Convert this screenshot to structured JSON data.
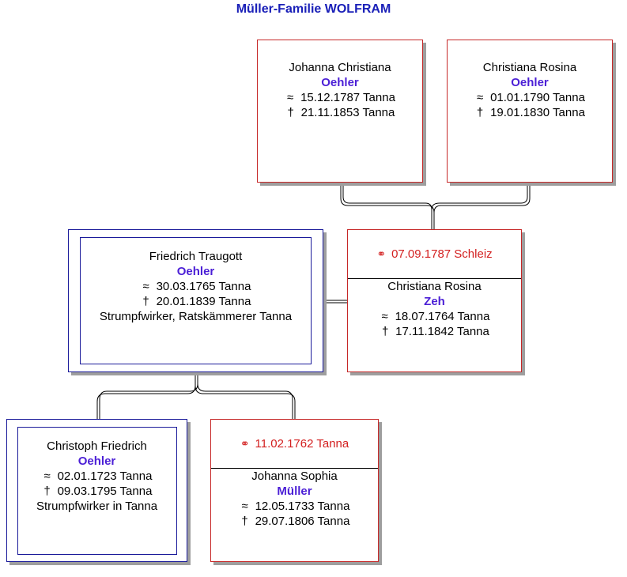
{
  "title": "Müller-Familie WOLFRAM",
  "symbols": {
    "baptism": "≈",
    "death": "†",
    "marriage": "⚭"
  },
  "colors": {
    "title": "#1a20b8",
    "surname": "#4b1fd6",
    "marriage": "#d32020",
    "box_red": "#c62828",
    "box_blue": "#1a1a9a"
  },
  "people": {
    "johanna_christiana": {
      "given": "Johanna Christiana",
      "surname": "Oehler",
      "baptism": "15.12.1787 Tanna",
      "death": "21.11.1853 Tanna"
    },
    "christiana_rosina_oehler": {
      "given": "Christiana Rosina",
      "surname": "Oehler",
      "baptism": "01.01.1790 Tanna",
      "death": "19.01.1830 Tanna"
    },
    "friedrich_traugott": {
      "given": "Friedrich Traugott",
      "surname": "Oehler",
      "baptism": "30.03.1765 Tanna",
      "death": "20.01.1839 Tanna",
      "occupation": "Strumpfwirker, Ratskämmerer Tanna"
    },
    "christiana_rosina_zeh": {
      "marriage": "07.09.1787 Schleiz",
      "given": "Christiana Rosina",
      "surname": "Zeh",
      "baptism": "18.07.1764 Tanna",
      "death": "17.11.1842 Tanna"
    },
    "christoph_friedrich": {
      "given": "Christoph Friedrich",
      "surname": "Oehler",
      "baptism": "02.01.1723 Tanna",
      "death": "09.03.1795 Tanna",
      "occupation": "Strumpfwirker in Tanna"
    },
    "johanna_sophia": {
      "marriage": "11.02.1762 Tanna",
      "given": "Johanna Sophia",
      "surname": "Müller",
      "baptism": "12.05.1733 Tanna",
      "death": "29.07.1806 Tanna"
    }
  }
}
